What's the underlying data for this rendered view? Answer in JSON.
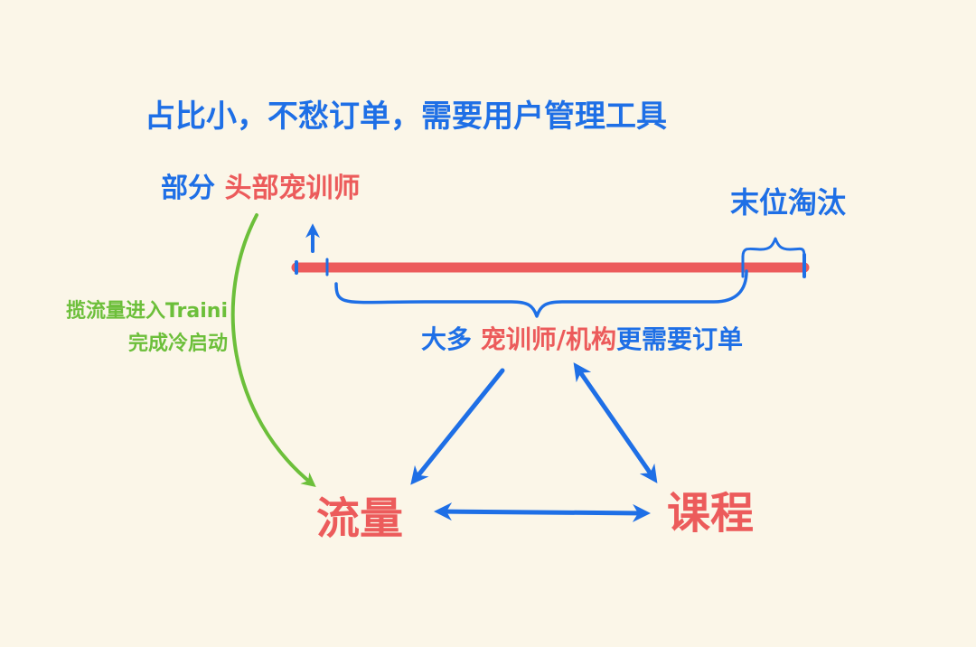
{
  "labels": {
    "top_note": "占比小，不愁订单，需要用户管理工具",
    "head_prefix": "部分",
    "head_trainer": "头部宠训师",
    "tail_label": "末位淘汰",
    "most_prefix": "大多",
    "most_trainer": "宠训师/机构",
    "most_suffix": "更需要订单",
    "green_line1": "揽流量进入Traini",
    "green_line2": "完成冷启动",
    "traffic": "流量",
    "course": "课程"
  },
  "colors": {
    "background": "#fbf6e8",
    "blue": "#1e6fe6",
    "red": "#ec5b5b",
    "green": "#6cbf3a"
  }
}
